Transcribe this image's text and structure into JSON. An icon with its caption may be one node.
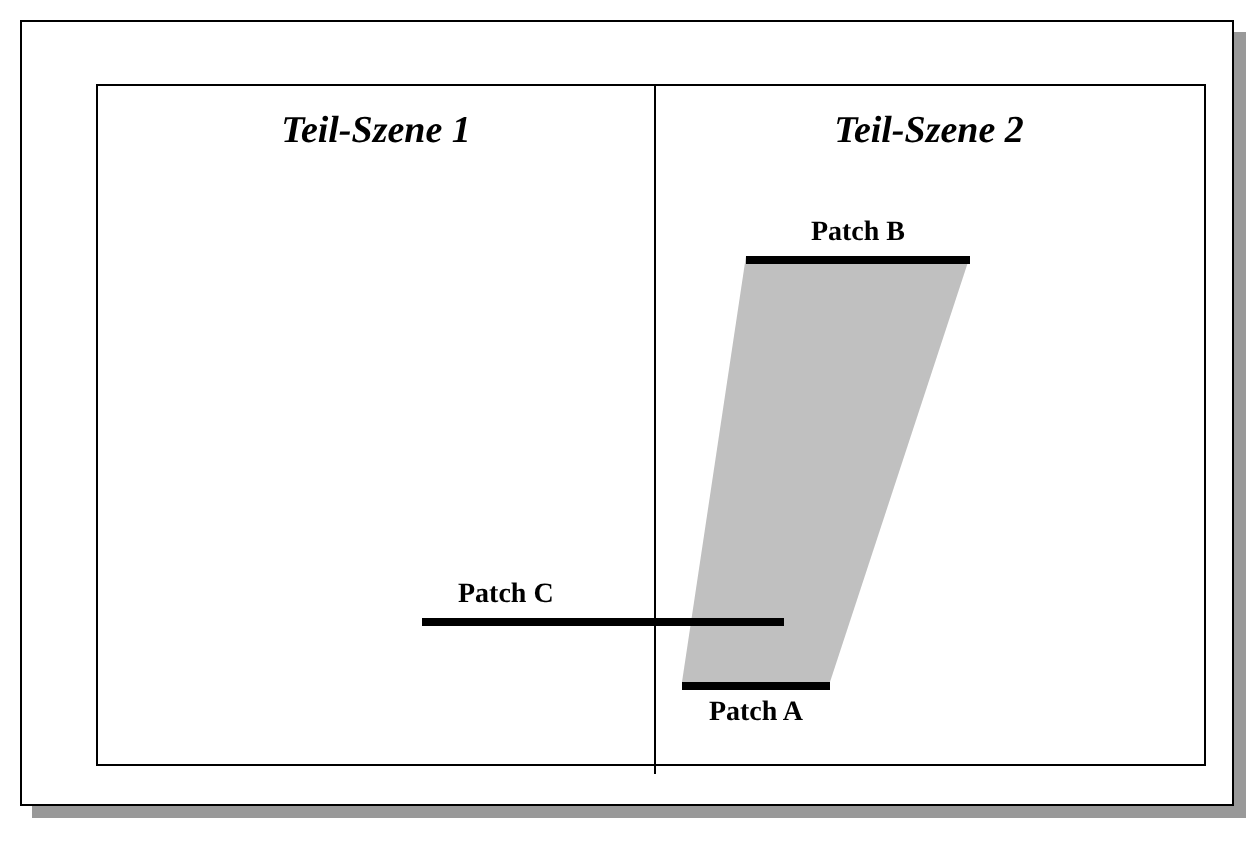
{
  "diagram": {
    "nodes": [
      {
        "text": [
          "Teil-Szene 1"
        ]
      },
      {
        "text": [
          "Teil-Szene 2"
        ]
      },
      {
        "text": [
          "Patch B"
        ],
        "in": 1
      },
      {
        "text": [
          "Patch C"
        ]
      },
      {
        "text": [
          "Patch A"
        ],
        "in": 1
      }
    ]
  }
}
